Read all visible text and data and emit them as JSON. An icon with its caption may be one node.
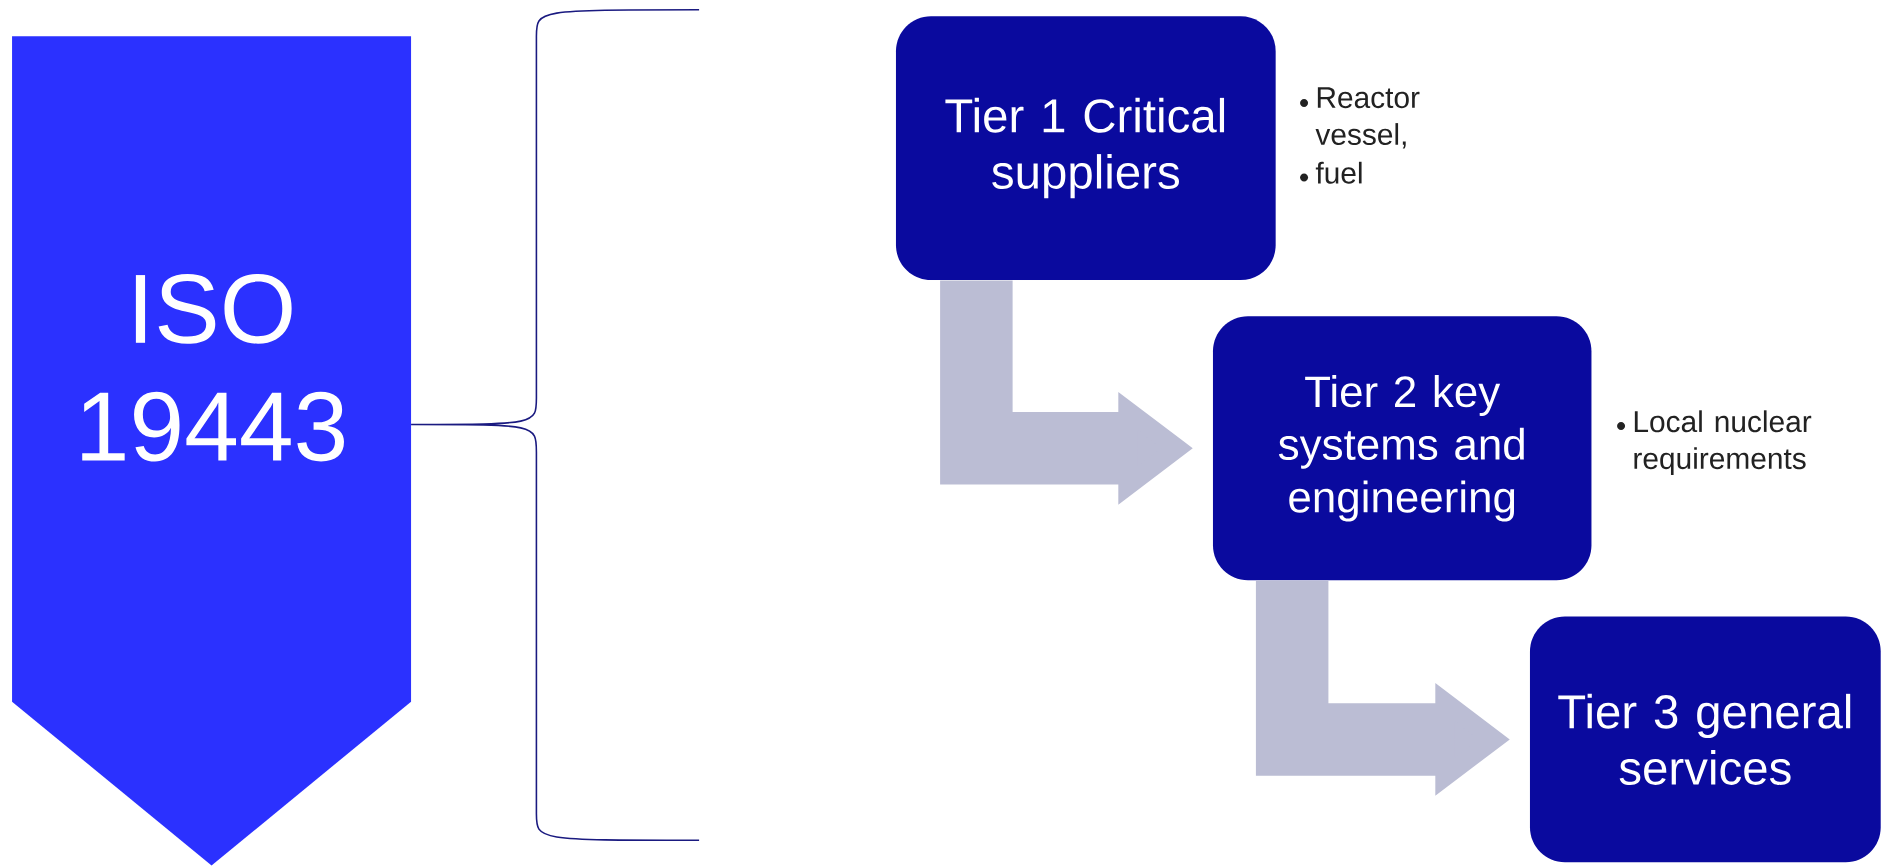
{
  "diagram": {
    "nodes": [
      {
        "text": [
          "ISO 19443"
        ]
      },
      {
        "text": [
          "Tier 1 Critical suppliers"
        ],
        "beside": [
          "Reactor vessel,",
          "fuel"
        ]
      },
      {
        "text": [
          "Tier 2 key systems and engineering"
        ],
        "beside": [
          "Local nuclear requirements"
        ]
      },
      {
        "text": [
          "Tier 3 general services"
        ]
      }
    ],
    "edges": [
      {
        "from": 1,
        "to": 2,
        "arrow": "to"
      },
      {
        "from": 2,
        "to": 3,
        "arrow": "to"
      }
    ]
  }
}
